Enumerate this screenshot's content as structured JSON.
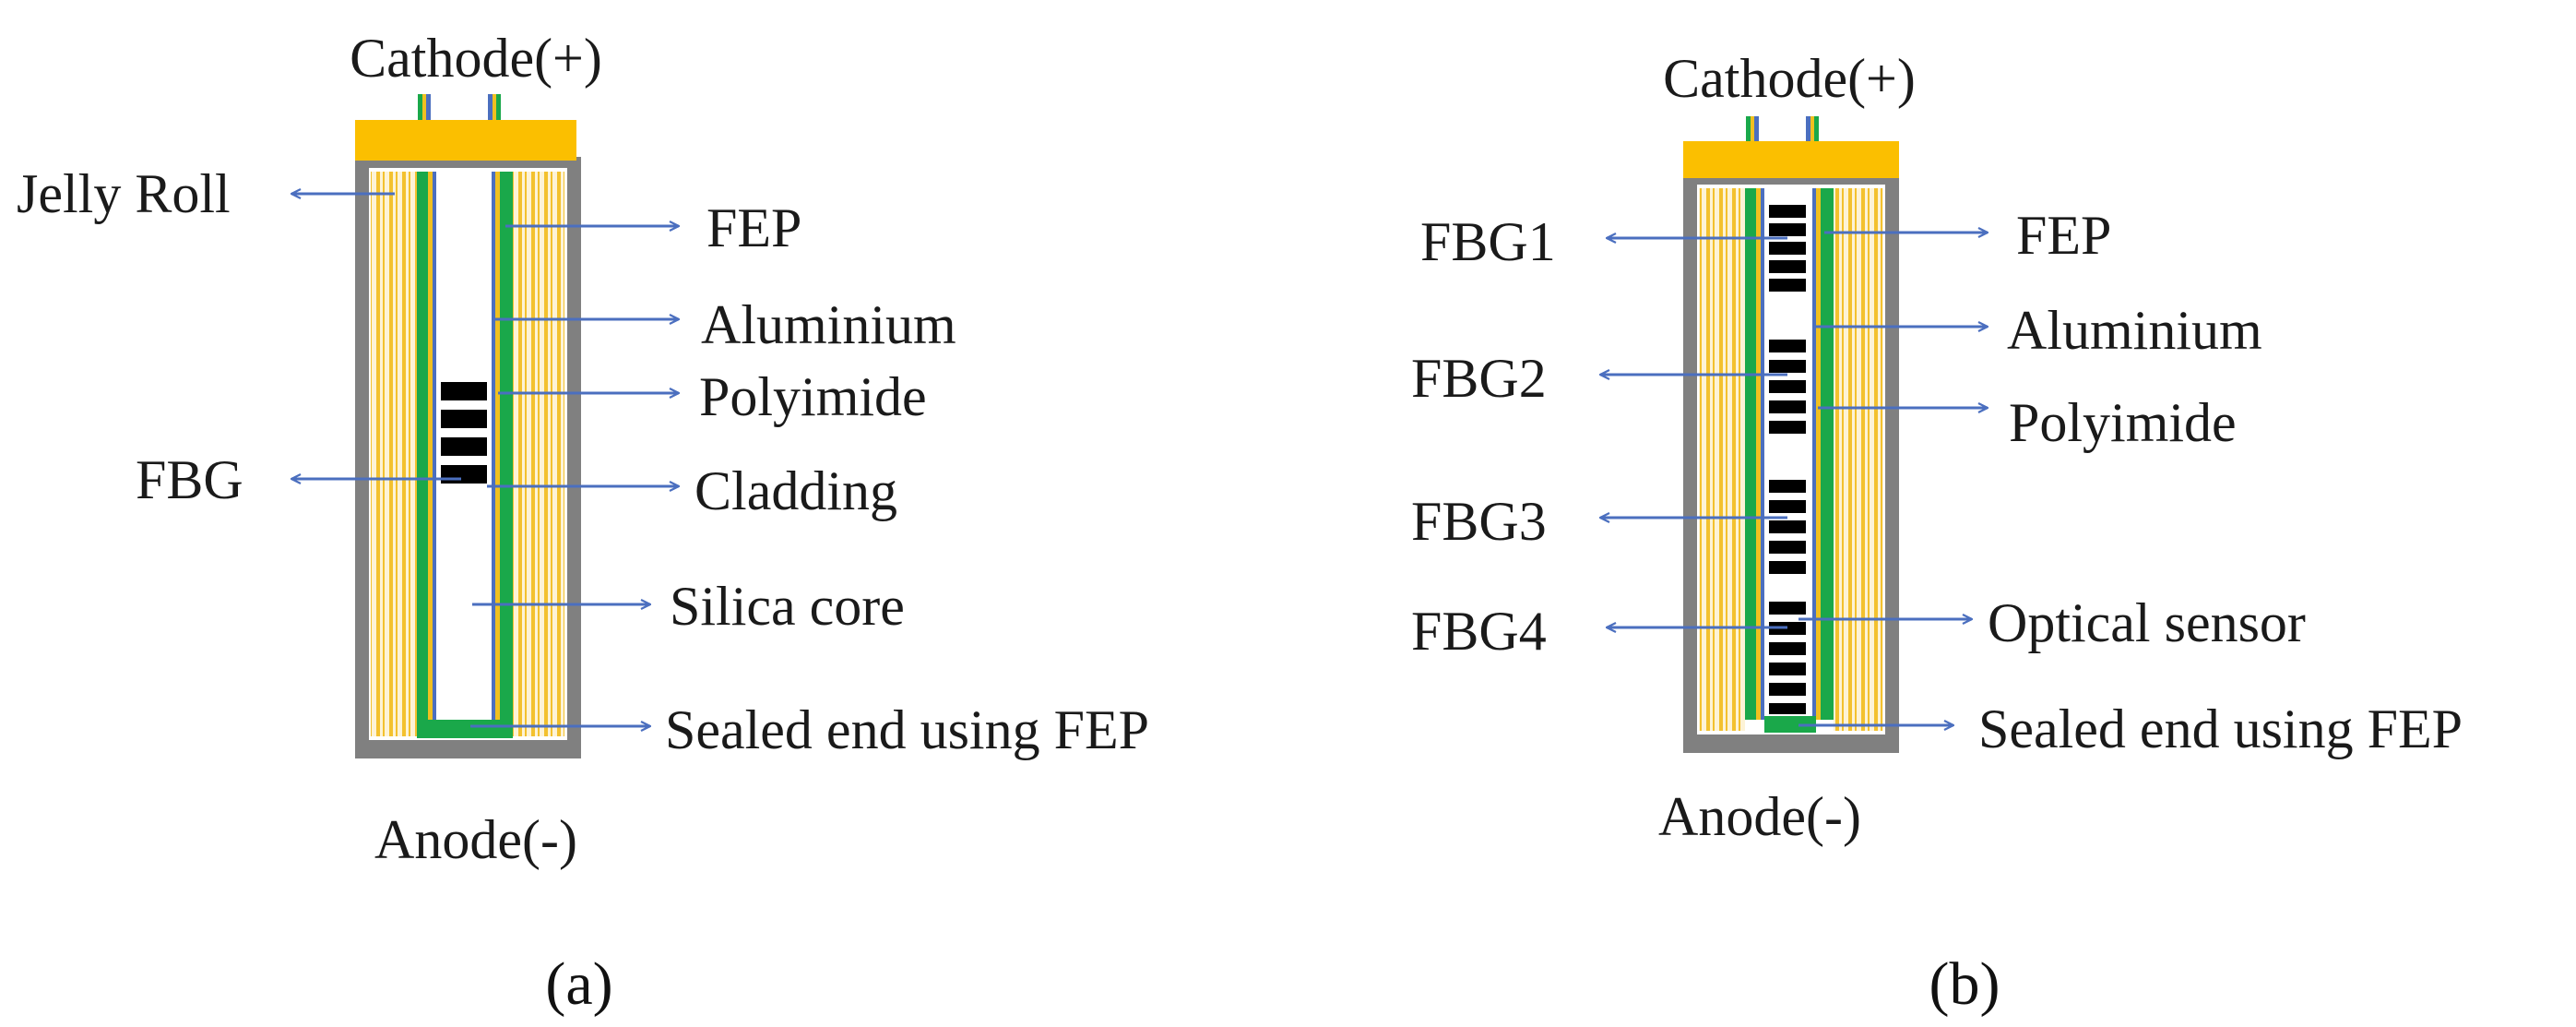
{
  "colors": {
    "shell": "#808080",
    "cap": "#fbbf00",
    "jelly_bg": "#fdf3d6",
    "jelly_line": "#f3c12e",
    "fep": "#1aa84a",
    "aluminium": "#4b6fbf",
    "polyimide": "#f0c020",
    "fbg": "#000000",
    "arrow": "#4b6fbf"
  },
  "panel_a": {
    "sublabel": "(a)",
    "cathode": "Cathode(+)",
    "anode": "Anode(-)",
    "left_labels": [
      "Jelly Roll",
      "FBG"
    ],
    "right_labels": [
      "FEP",
      "Aluminium",
      "Polyimide",
      "Cladding",
      "Silica core",
      "Sealed end using FEP"
    ]
  },
  "panel_b": {
    "sublabel": "(b)",
    "cathode": "Cathode(+)",
    "anode": "Anode(-)",
    "left_labels": [
      "FBG1",
      "FBG2",
      "FBG3",
      "FBG4"
    ],
    "right_labels": [
      "FEP",
      "Aluminium",
      "Polyimide",
      "Optical sensor",
      "Sealed end using FEP"
    ]
  }
}
